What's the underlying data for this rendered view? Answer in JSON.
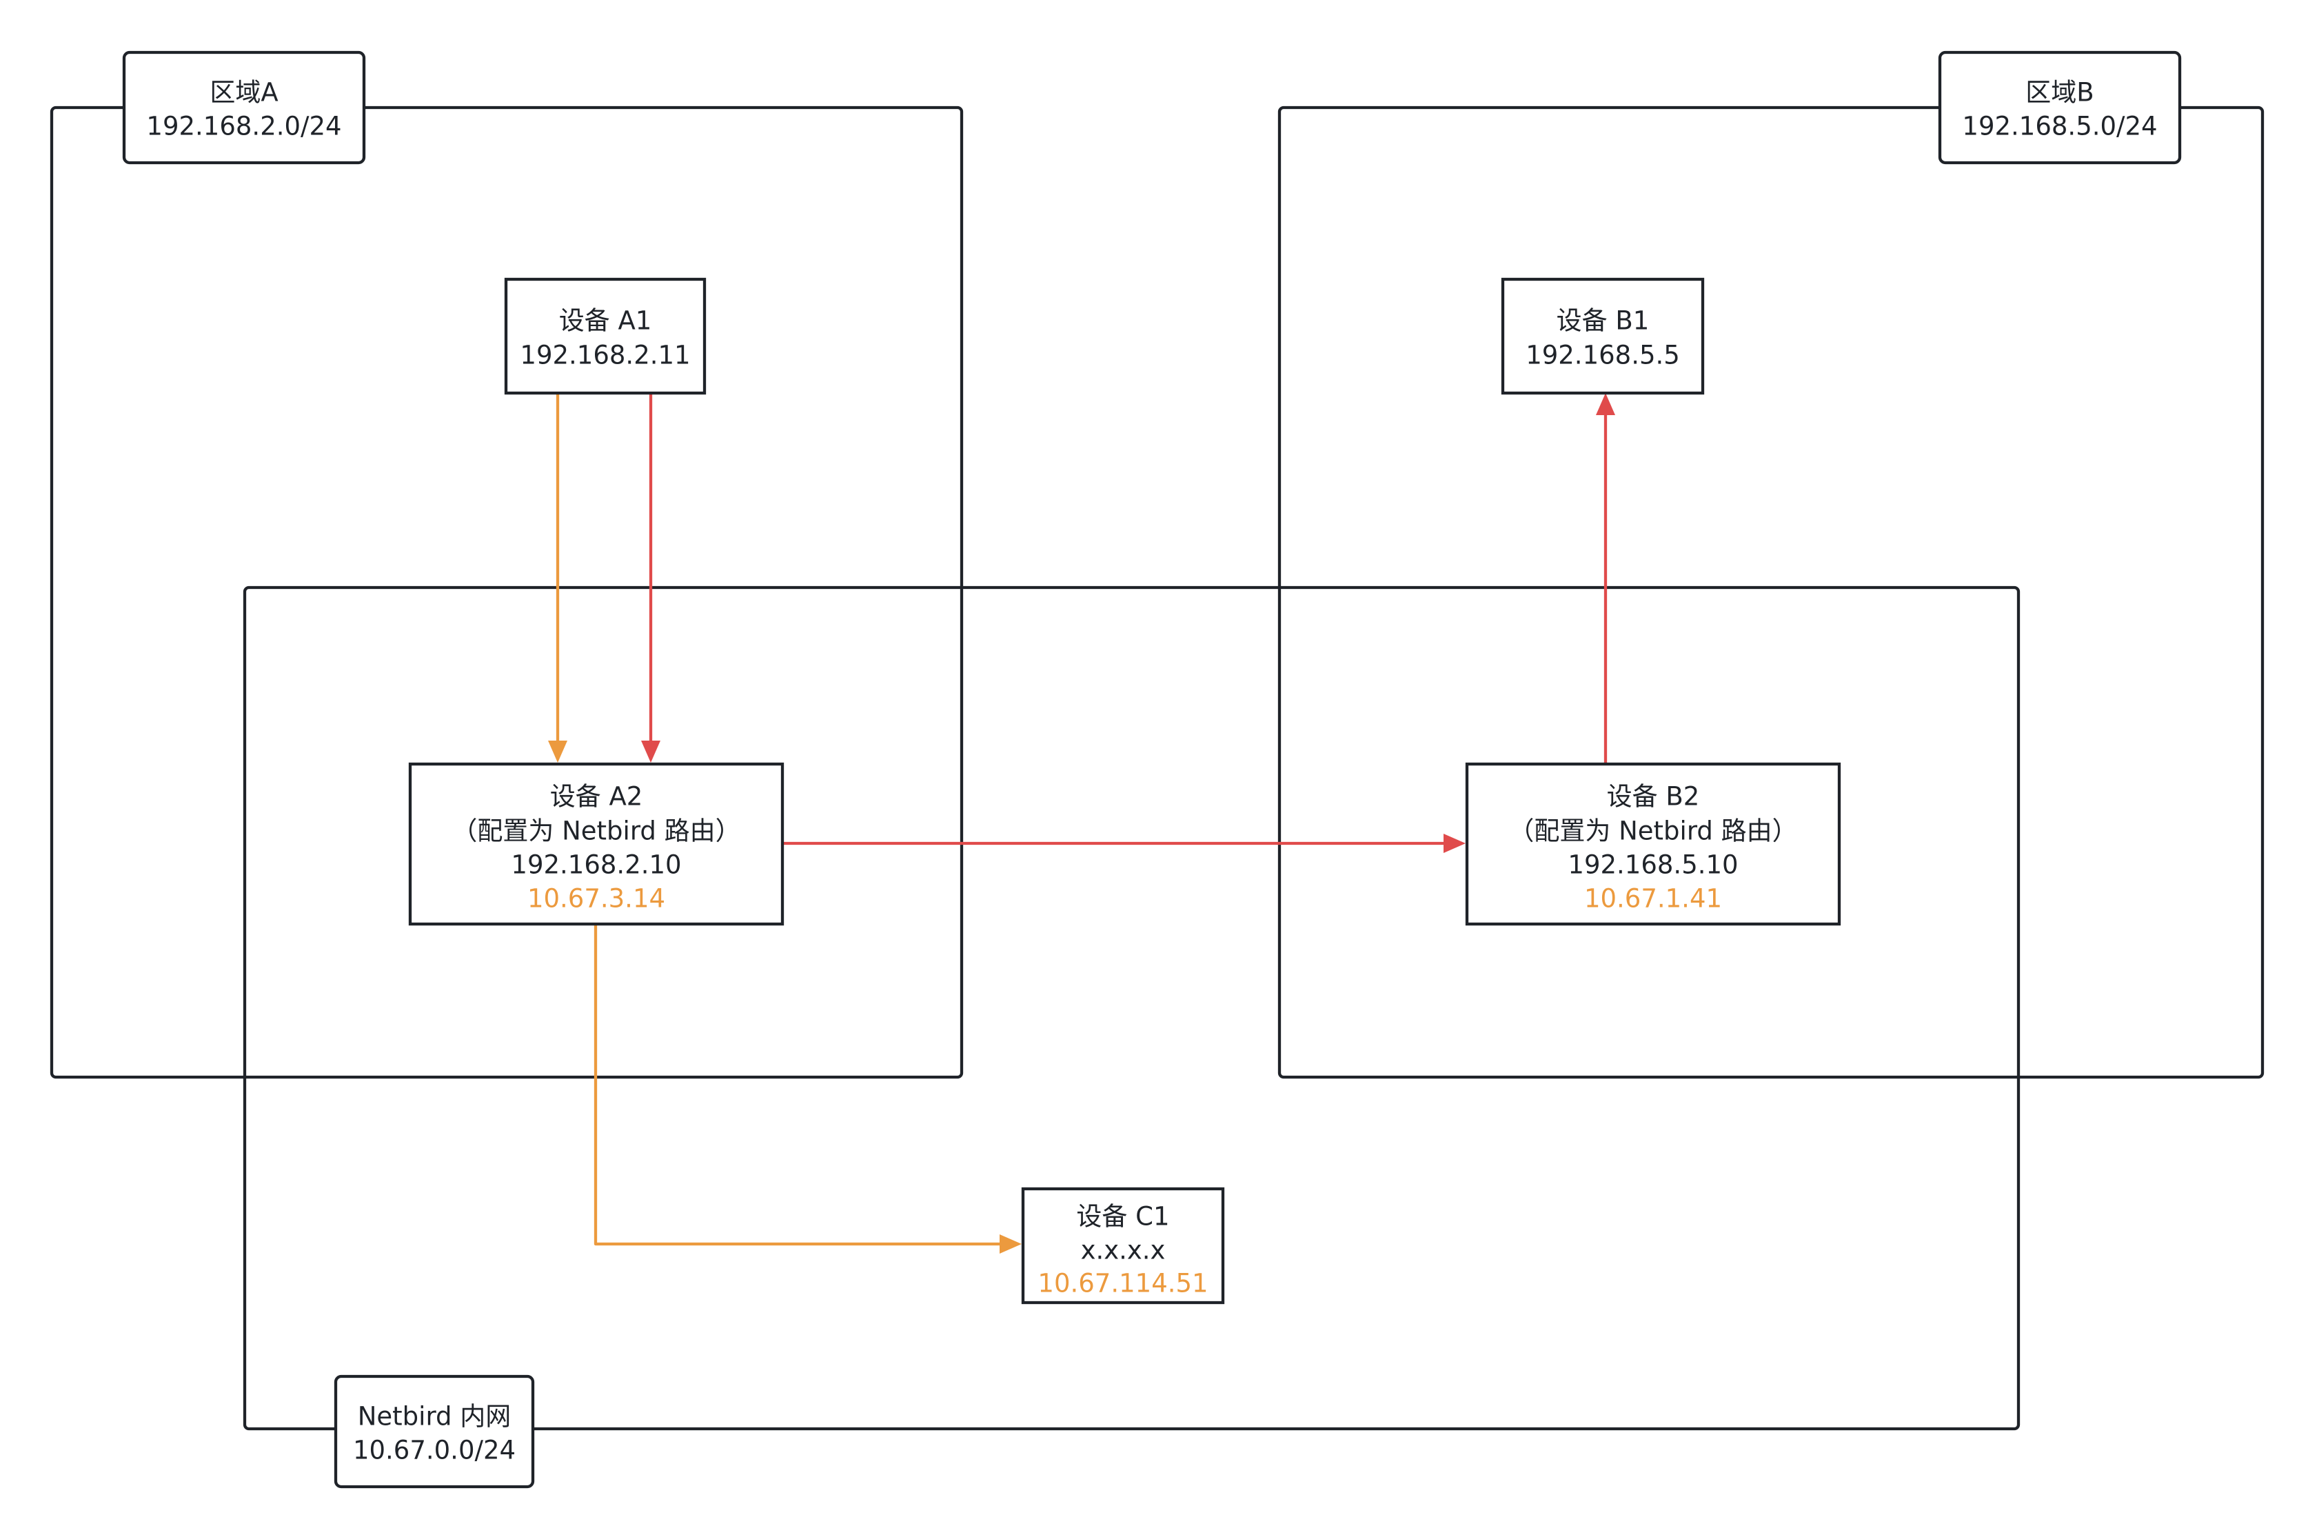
{
  "colors": {
    "line": "#1f2329",
    "text": "#1f2329",
    "red": "#e04b4b",
    "orange": "#ec9a3e",
    "background": "#ffffff"
  },
  "zones": {
    "zone_a": {
      "name": "区域A",
      "subnet": "192.168.2.0/24"
    },
    "zone_b": {
      "name": "区域B",
      "subnet": "192.168.5.0/24"
    },
    "netbird": {
      "name": "Netbird 内网",
      "subnet": "10.67.0.0/24"
    }
  },
  "devices": {
    "a1": {
      "name": "设备 A1",
      "ip": "192.168.2.11"
    },
    "a2": {
      "name": "设备 A2",
      "role": "（配置为 Netbird 路由）",
      "ip": "192.168.2.10",
      "netbird_ip": "10.67.3.14"
    },
    "b1": {
      "name": "设备 B1",
      "ip": "192.168.5.5"
    },
    "b2": {
      "name": "设备 B2",
      "role": "（配置为 Netbird 路由）",
      "ip": "192.168.5.10",
      "netbird_ip": "10.67.1.41"
    },
    "c1": {
      "name": "设备 C1",
      "ip": "x.x.x.x",
      "netbird_ip": "10.67.114.51"
    }
  },
  "connections": [
    {
      "from": "设备 A1",
      "to": "设备 A2",
      "color": "orange"
    },
    {
      "from": "设备 A1",
      "to": "设备 A2",
      "color": "red"
    },
    {
      "from": "设备 A2",
      "to": "设备 B2",
      "color": "red"
    },
    {
      "from": "设备 B2",
      "to": "设备 B1",
      "color": "red"
    },
    {
      "from": "设备 A2",
      "to": "设备 C1",
      "color": "orange"
    }
  ]
}
